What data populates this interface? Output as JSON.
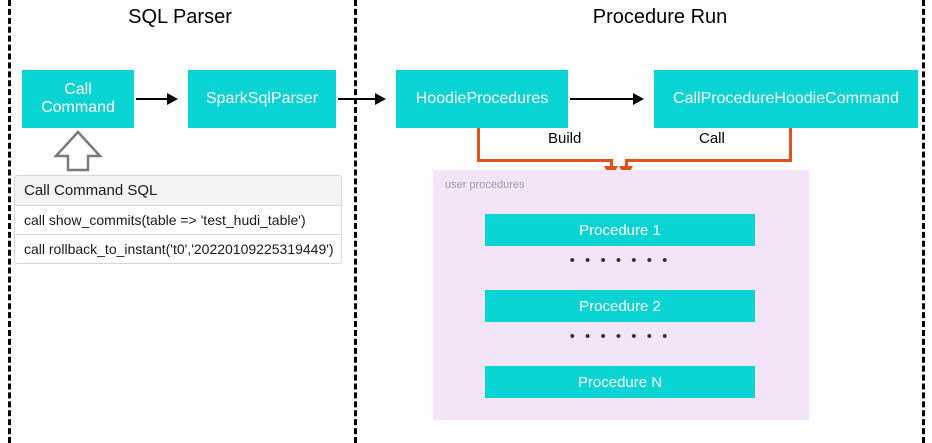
{
  "sections": {
    "sql_parser": {
      "title": "SQL Parser",
      "nodes": {
        "call_command": "Call Command",
        "spark_sql_parser": "SparkSqlParser"
      },
      "sql_table": {
        "header": "Call Command SQL",
        "rows": [
          "call show_commits(table => 'test_hudi_table')",
          "call rollback_to_instant('t0','20220109225319449')"
        ]
      }
    },
    "procedure_run": {
      "title": "Procedure Run",
      "nodes": {
        "hoodie_procedures": "HoodieProcedures",
        "call_procedure_hoodie_command": "CallProcedureHoodieCommand"
      },
      "connector_labels": {
        "build": "Build",
        "call": "Call"
      },
      "user_procedures": {
        "label": "user procedures",
        "items": [
          "Procedure 1",
          "Procedure 2",
          "Procedure N"
        ],
        "separator": "• • • • • • •"
      }
    }
  },
  "colors": {
    "node_fill": "#09D3D3",
    "node_text": "#FFFFFF",
    "panel_fill": "#F3E5F7",
    "connector": "#E2521A",
    "divider": "#000000",
    "panel_label": "#9B9B9B"
  }
}
